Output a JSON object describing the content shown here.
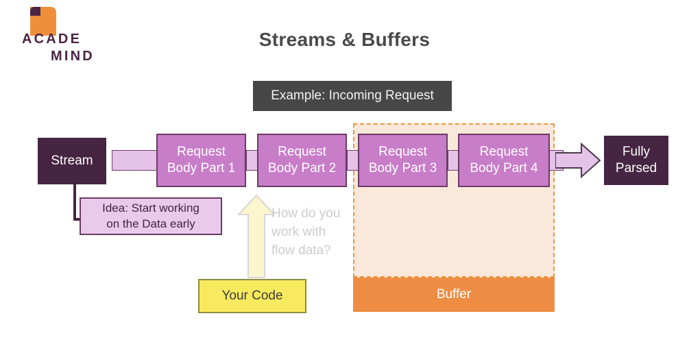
{
  "logo": {
    "word1": "ACADE",
    "word2": "MIND",
    "flag_color": "#ef8f3c",
    "text_color": "#4a2545"
  },
  "title": "Streams & Buffers",
  "example_banner": {
    "label": "Example: Incoming Request",
    "background": "#474747",
    "text_color": "#f2f2f2"
  },
  "pipeline": {
    "stream_label": "Stream",
    "fully_parsed_label": "Fully\nParsed",
    "fully_parsed_line1": "Fully",
    "fully_parsed_line2": "Parsed",
    "dark_box_color": "#452542",
    "part_color": "#c87dc8",
    "part_border_color": "#6a3b63",
    "connector_color": "#e5c3e9",
    "parts": [
      {
        "line1": "Request",
        "line2": "Body Part 1"
      },
      {
        "line1": "Request",
        "line2": "Body Part 2"
      },
      {
        "line1": "Request",
        "line2": "Body Part 3"
      },
      {
        "line1": "Request",
        "line2": "Body Part 4"
      }
    ]
  },
  "buffer": {
    "label": "Buffer",
    "bar_color": "#ee8d43",
    "region_fill": "#fae8da",
    "region_border_color": "#e8973f",
    "text_color": "#ffffff"
  },
  "idea_callout": {
    "line1": "Idea: Start working",
    "line2": "on the Data early",
    "background": "#e9c9ec",
    "border_color": "#6a3b63",
    "text_color": "#44243f"
  },
  "question": {
    "line1": "How do you",
    "line2": "work with",
    "line3": "flow data?",
    "text_color": "#cccccc"
  },
  "your_code": {
    "label": "Your Code",
    "background": "#f8ea5e",
    "border_color": "#8c8c3c",
    "text_color": "#3d3d3d"
  },
  "arrows": {
    "right_arrow_fill": "#e5c3e9",
    "right_arrow_stroke": "#4a3a4a",
    "up_arrow_fill": "#fbf6cd",
    "up_arrow_stroke": "#d6d6d6"
  }
}
